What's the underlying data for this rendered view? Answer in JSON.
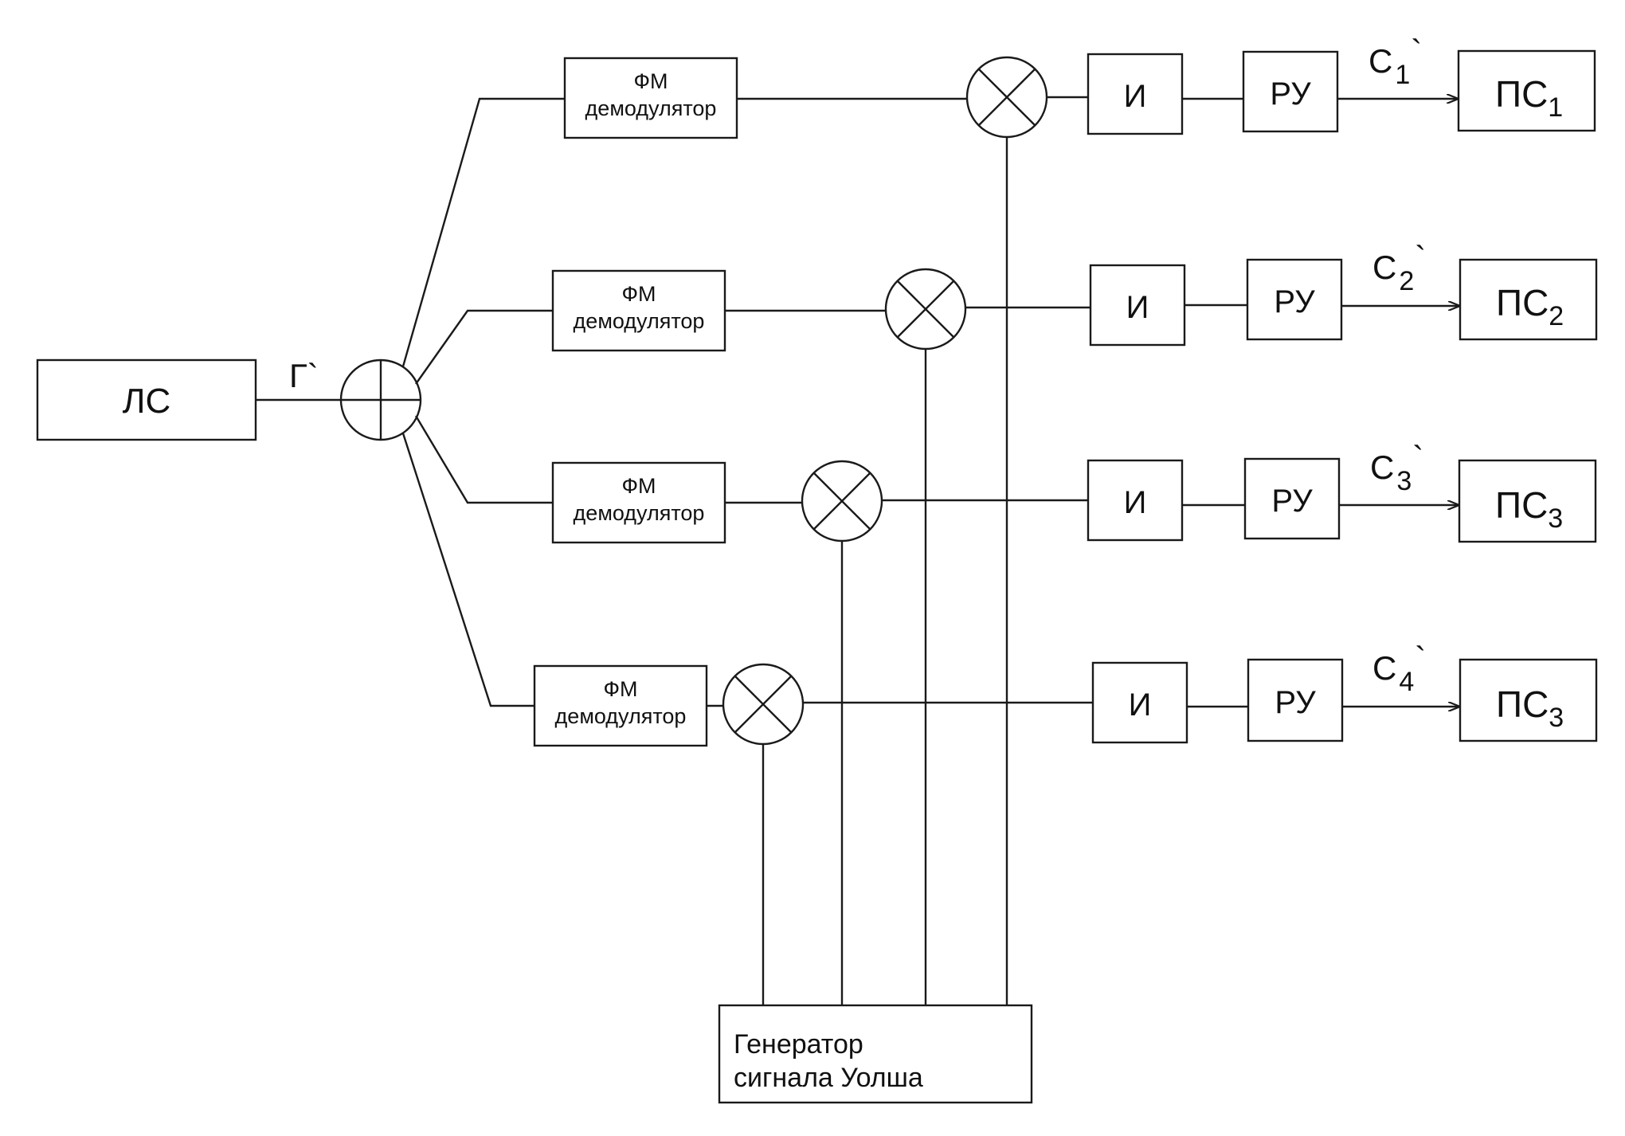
{
  "ls_label": "ЛС",
  "input_signal_label": "Г`",
  "demod_line1": "ФМ",
  "demod_line2": "демодулятор",
  "integrator_label": "И",
  "ru_label": "РУ",
  "generator_line1": "Генератор",
  "generator_line2": "сигнала Уолша",
  "channels": [
    {
      "signal_main": "C",
      "signal_sub": "1",
      "signal_mark": "`",
      "receiver_main": "ПС",
      "receiver_sub": "1"
    },
    {
      "signal_main": "C",
      "signal_sub": "2",
      "signal_mark": "`",
      "receiver_main": "ПС",
      "receiver_sub": "2"
    },
    {
      "signal_main": "C",
      "signal_sub": "3",
      "signal_mark": "`",
      "receiver_main": "ПС",
      "receiver_sub": "3"
    },
    {
      "signal_main": "C",
      "signal_sub": "4",
      "signal_mark": "`",
      "receiver_main": "ПС",
      "receiver_sub": "3"
    }
  ]
}
